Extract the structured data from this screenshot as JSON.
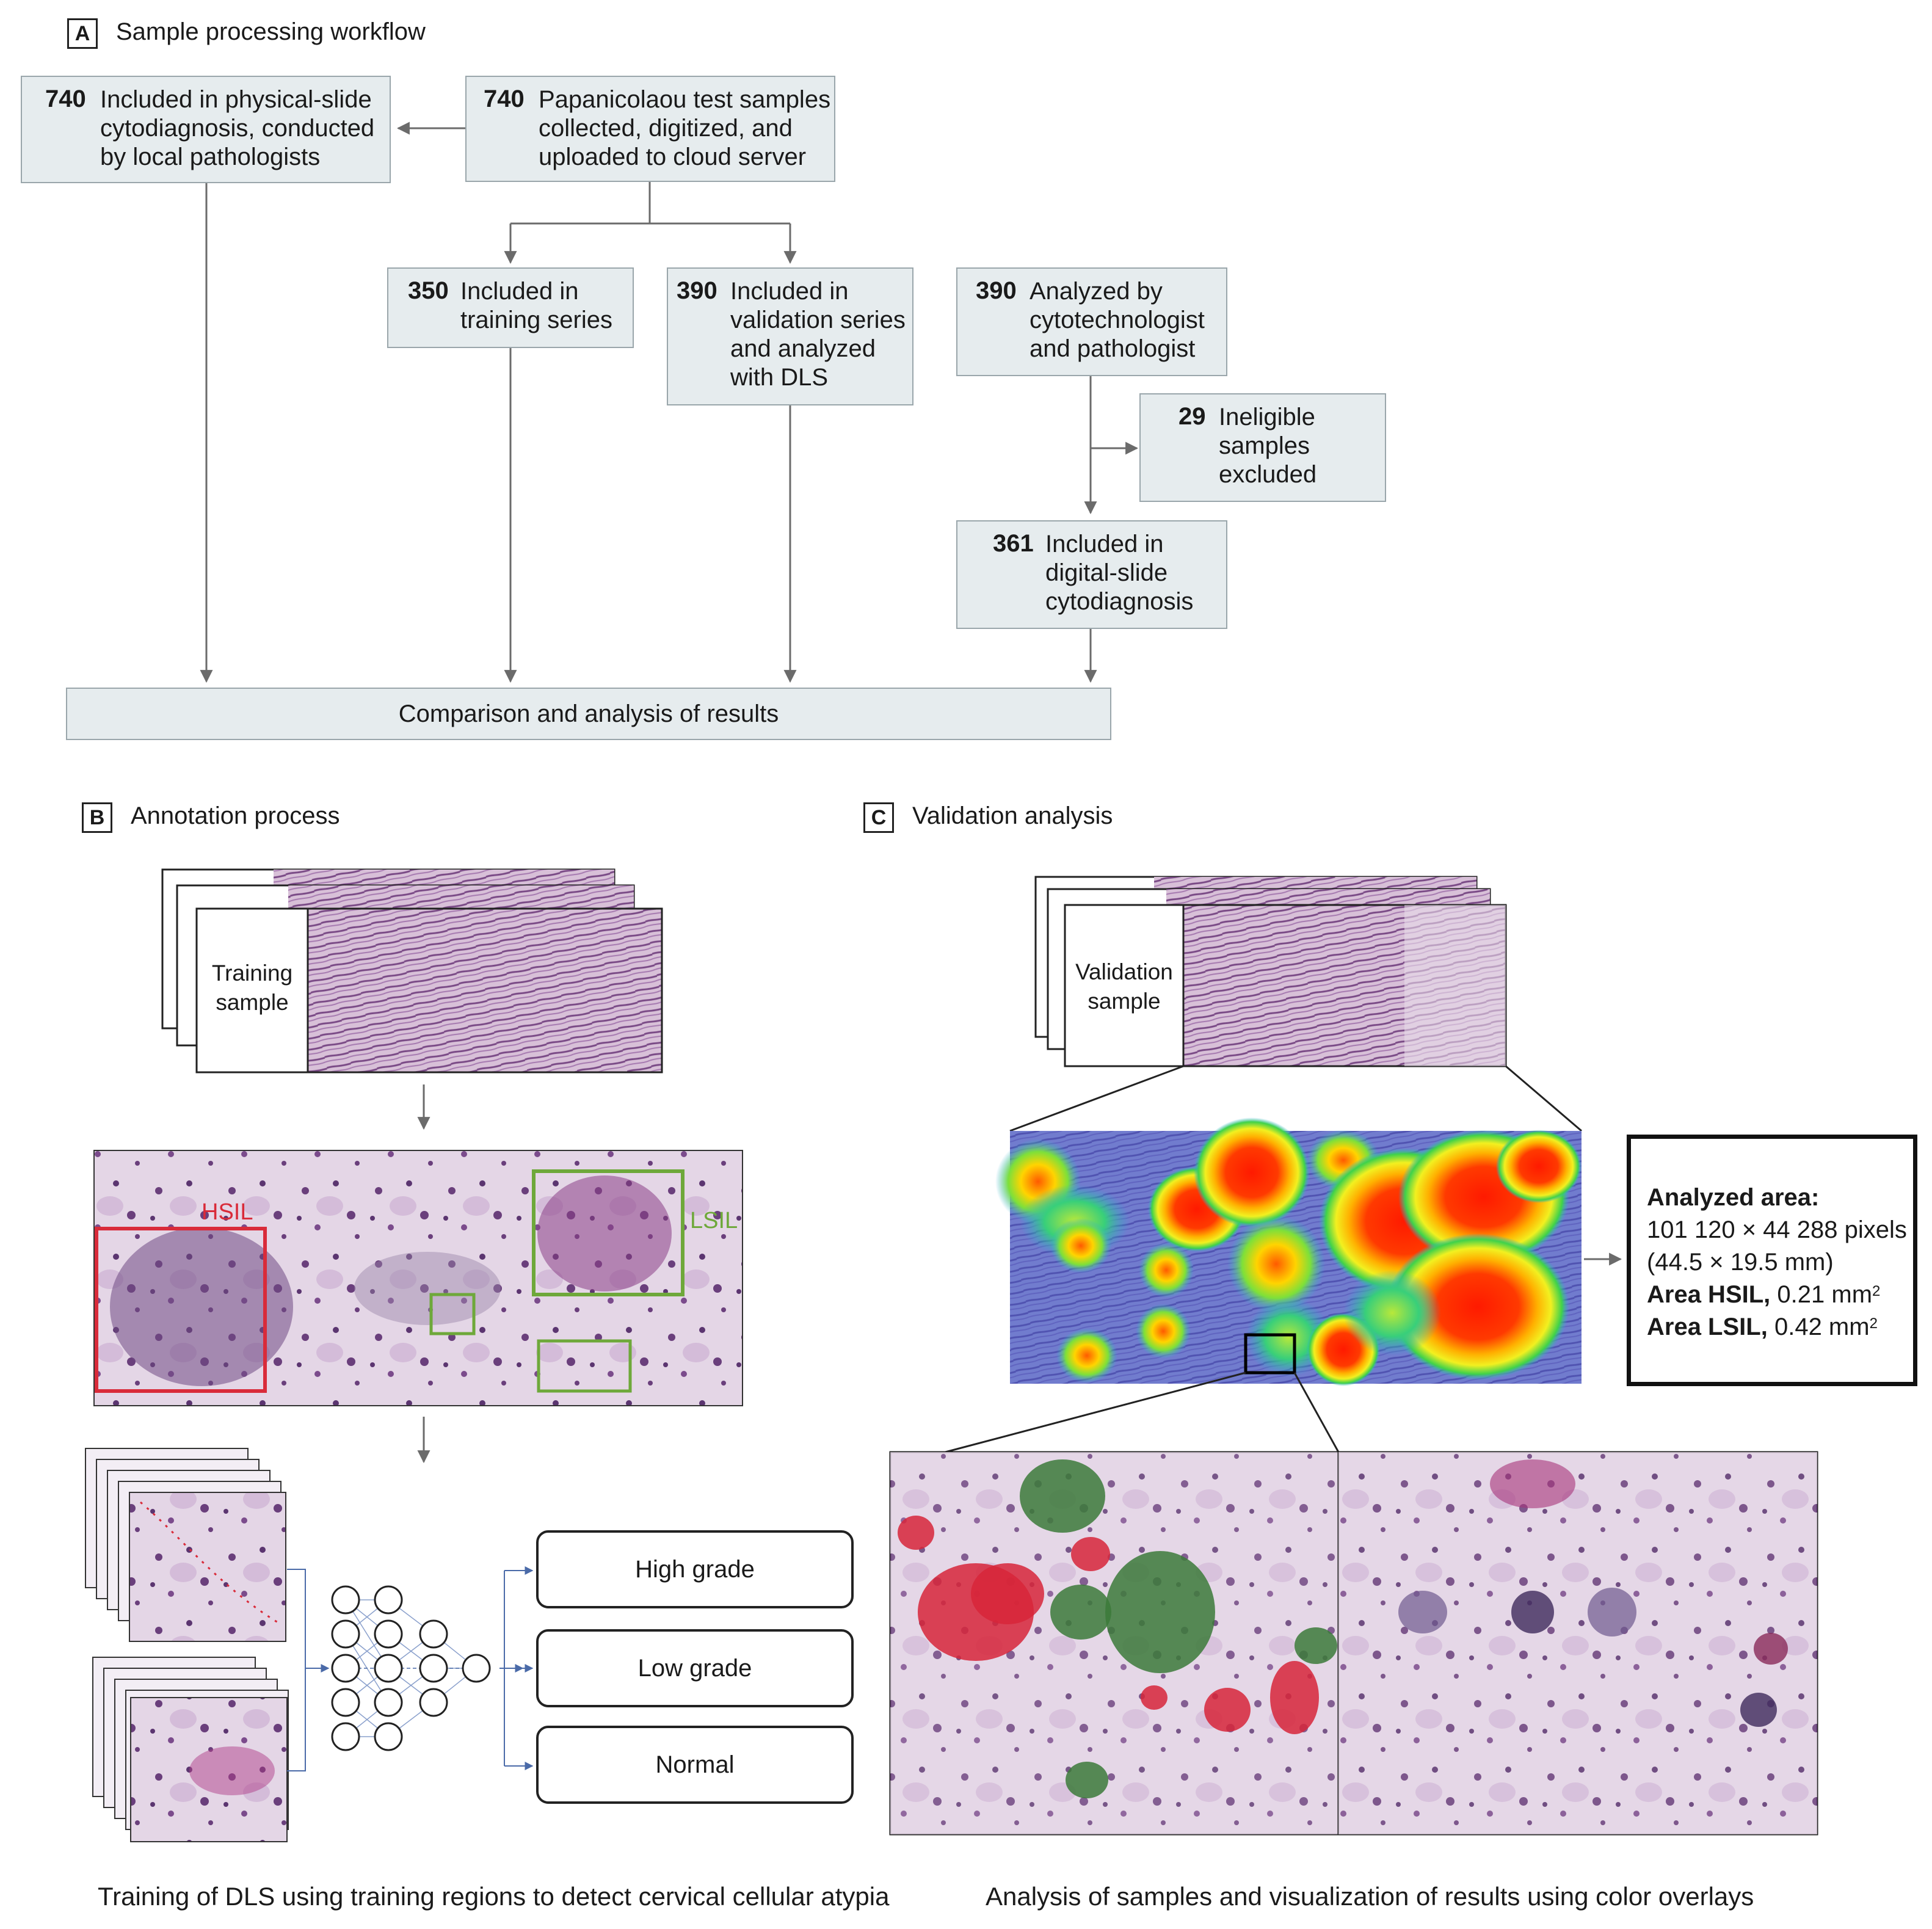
{
  "panel_a": {
    "letter": "A",
    "title": "Sample processing workflow",
    "boxes": {
      "physical": {
        "num": "740",
        "text": "Included in physical-slide\ncytodiagnosis, conducted\nby local pathologists"
      },
      "collected": {
        "num": "740",
        "text": "Papanicolaou test samples\ncollected, digitized, and\nuploaded to cloud server"
      },
      "training": {
        "num": "350",
        "text": "Included in\ntraining series"
      },
      "validation": {
        "num": "390",
        "text": "Included in\nvalidation series\nand analyzed\nwith DLS"
      },
      "analyzed": {
        "num": "390",
        "text": "Analyzed by\ncytotechnologist\nand pathologist"
      },
      "ineligible": {
        "num": "29",
        "text": "Ineligible\nsamples\nexcluded"
      },
      "digital": {
        "num": "361",
        "text": "Included in\ndigital-slide\ncytodiagnosis"
      },
      "comparison": {
        "text": "Comparison and analysis of results"
      }
    }
  },
  "panel_b": {
    "letter": "B",
    "title": "Annotation process",
    "sample_label": "Training\nsample",
    "hsil_label": "HSIL",
    "lsil_label": "LSIL",
    "classes": [
      "High grade",
      "Low grade",
      "Normal"
    ],
    "caption": "Training of DLS using training regions to detect cervical cellular atypia",
    "colors": {
      "hsil": "#d92b3a",
      "lsil": "#6ea83a"
    }
  },
  "panel_c": {
    "letter": "C",
    "title": "Validation analysis",
    "sample_label": "Validation\nsample",
    "result": {
      "area_label": "Analyzed area:",
      "pixels": "101 120 × 44 288 pixels",
      "mm": "(44.5 × 19.5 mm)",
      "hsil_label": "Area HSIL,",
      "hsil_value": "0.21 mm",
      "lsil_label": "Area LSIL,",
      "lsil_value": "0.42 mm",
      "sup": "2"
    },
    "caption": "Analysis of samples and visualization of results using color overlays"
  }
}
